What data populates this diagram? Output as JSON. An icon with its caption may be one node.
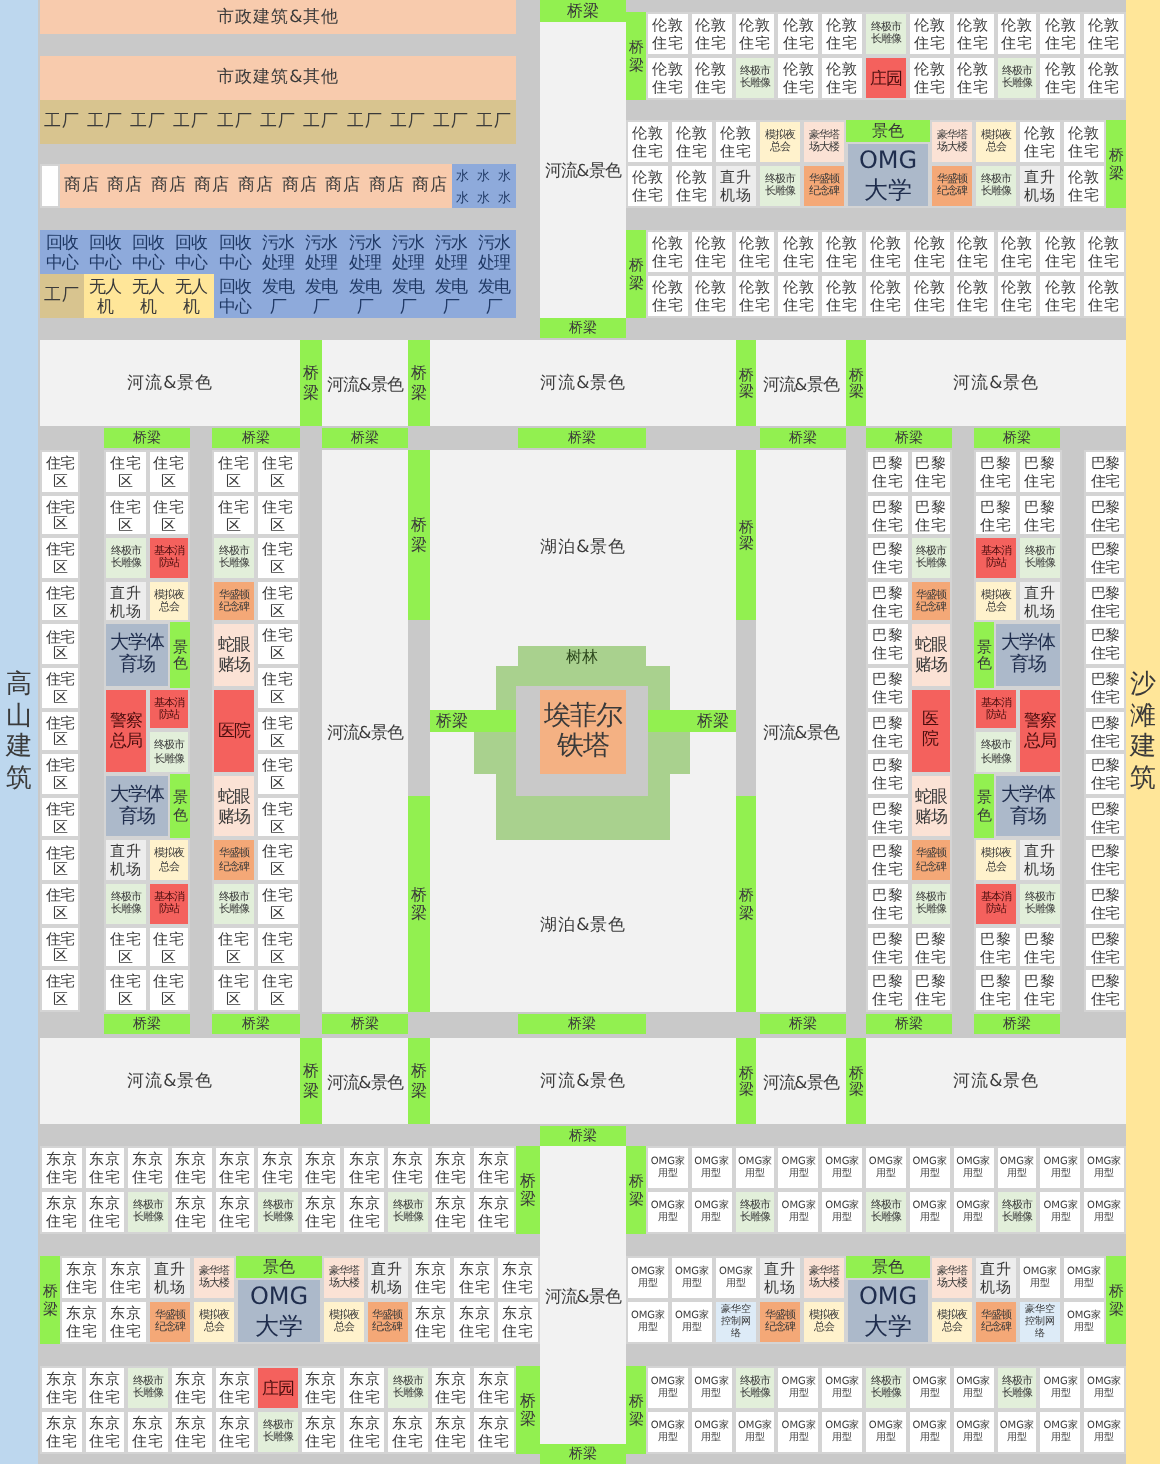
{
  "diagram": {
    "nodes": [
      {
        "text": [
          "高山建筑"
        ]
      },
      {
        "text": [
          "沙滩建筑"
        ]
      },
      {
        "text": [
          "市政建筑&其他"
        ]
      },
      {
        "text": [
          "市政建筑&其他"
        ]
      },
      {
        "text": [
          "工厂"
        ]
      },
      {
        "text": [
          "工厂"
        ]
      },
      {
        "text": [
          "工厂"
        ]
      },
      {
        "text": [
          "工厂"
        ]
      },
      {
        "text": [
          "工厂"
        ]
      },
      {
        "text": [
          "工厂"
        ]
      },
      {
        "text": [
          "工厂"
        ]
      },
      {
        "text": [
          "工厂"
        ]
      },
      {
        "text": [
          "工厂"
        ]
      },
      {
        "text": [
          "工厂"
        ]
      },
      {
        "text": [
          "工厂"
        ]
      },
      {
        "text": [],
        "shape": "box"
      },
      {
        "text": [
          "商店"
        ]
      },
      {
        "text": [
          "商店"
        ]
      },
      {
        "text": [
          "商店"
        ]
      },
      {
        "text": [
          "商店"
        ]
      },
      {
        "text": [
          "商店"
        ]
      },
      {
        "text": [
          "商店"
        ]
      },
      {
        "text": [
          "商店"
        ]
      },
      {
        "text": [
          "商店"
        ]
      },
      {
        "text": [
          "商店"
        ]
      },
      {
        "text": [
          "水"
        ]
      },
      {
        "text": [
          "水"
        ]
      },
      {
        "text": [
          "水"
        ]
      },
      {
        "text": [
          "水"
        ]
      },
      {
        "text": [
          "水"
        ]
      },
      {
        "text": [
          "水"
        ]
      },
      {
        "text": [
          "回收中心"
        ]
      },
      {
        "text": [
          "回收中心"
        ]
      },
      {
        "text": [
          "回收中心"
        ]
      },
      {
        "text": [
          "回收中心"
        ]
      },
      {
        "text": [
          "回收中心"
        ]
      },
      {
        "text": [
          "污水处理"
        ]
      },
      {
        "text": [
          "污水处理"
        ]
      },
      {
        "text": [
          "污水处理"
        ]
      },
      {
        "text": [
          "污水处理"
        ]
      },
      {
        "text": [
          "污水处理"
        ]
      },
      {
        "text": [
          "污水处理"
        ]
      },
      {
        "text": [
          "工厂"
        ]
      },
      {
        "text": [
          "无人机"
        ]
      },
      {
        "text": [
          "无人机"
        ]
      },
      {
        "text": [
          "无人机"
        ]
      },
      {
        "text": [
          "回收中心"
        ]
      },
      {
        "text": [
          "发电厂"
        ]
      },
      {
        "text": [
          "发电厂"
        ]
      },
      {
        "text": [
          "发电厂"
        ]
      },
      {
        "text": [
          "发电厂"
        ]
      },
      {
        "text": [
          "发电厂"
        ]
      },
      {
        "text": [
          "发电厂"
        ]
      },
      {
        "text": [
          "桥梁"
        ]
      },
      {
        "text": [
          "河流&景色"
        ]
      },
      {
        "text": [
          "桥梁"
        ]
      },
      {
        "text": [
          "桥梁"
        ]
      },
      {
        "text": [
          "伦敦住宅"
        ]
      },
      {
        "text": [
          "伦敦住宅"
        ]
      },
      {
        "text": [
          "伦敦住宅"
        ]
      },
      {
        "text": [
          "伦敦住宅"
        ]
      },
      {
        "text": [
          "伦敦住宅"
        ]
      },
      {
        "text": [
          "终极市长雕像"
        ]
      },
      {
        "text": [
          "伦敦住宅"
        ]
      },
      {
        "text": [
          "伦敦住宅"
        ]
      },
      {
        "text": [
          "伦敦住宅"
        ]
      },
      {
        "text": [
          "伦敦住宅"
        ]
      },
      {
        "text": [
          "伦敦住宅"
        ]
      },
      {
        "text": [
          "伦敦住宅"
        ]
      },
      {
        "text": [
          "伦敦住宅"
        ]
      },
      {
        "text": [
          "终极市长雕像"
        ]
      },
      {
        "text": [
          "伦敦住宅"
        ]
      },
      {
        "text": [
          "伦敦住宅"
        ]
      },
      {
        "text": [
          "庄园"
        ]
      },
      {
        "text": [
          "伦敦住宅"
        ]
      },
      {
        "text": [
          "伦敦住宅"
        ]
      },
      {
        "text": [
          "终极市长雕像"
        ]
      },
      {
        "text": [
          "伦敦住宅"
        ]
      },
      {
        "text": [
          "伦敦住宅"
        ]
      },
      {
        "text": [
          "伦敦住宅"
        ]
      },
      {
        "text": [
          "伦敦住宅"
        ]
      },
      {
        "text": [
          "伦敦住宅"
        ]
      },
      {
        "text": [
          "模拟夜总会"
        ]
      },
      {
        "text": [
          "豪华塔场大楼"
        ]
      },
      {
        "text": [
          "景色"
        ]
      },
      {
        "text": [
          "豪华塔场大楼"
        ]
      },
      {
        "text": [
          "模拟夜总会"
        ]
      },
      {
        "text": [
          "伦敦住宅"
        ]
      },
      {
        "text": [
          "伦敦住宅"
        ]
      },
      {
        "text": [
          "桥梁"
        ]
      },
      {
        "text": [
          "伦敦住宅"
        ]
      },
      {
        "text": [
          "伦敦住宅"
        ]
      },
      {
        "text": [
          "直升机场"
        ]
      },
      {
        "text": [
          "终极市长雕像"
        ]
      },
      {
        "text": [
          "华盛顿纪念碑"
        ]
      },
      {
        "text": [
          "OMG大学"
        ]
      },
      {
        "text": [
          "华盛顿纪念碑"
        ]
      },
      {
        "text": [
          "终极市长雕像"
        ]
      },
      {
        "text": [
          "直升机场"
        ]
      },
      {
        "text": [
          "伦敦住宅"
        ]
      },
      {
        "text": [
          "桥梁"
        ]
      },
      {
        "text": [
          "伦敦住宅"
        ]
      },
      {
        "text": [
          "伦敦住宅"
        ]
      },
      {
        "text": [
          "伦敦住宅"
        ]
      },
      {
        "text": [
          "伦敦住宅"
        ]
      },
      {
        "text": [
          "伦敦住宅"
        ]
      },
      {
        "text": [
          "伦敦住宅"
        ]
      },
      {
        "text": [
          "伦敦住宅"
        ]
      },
      {
        "text": [
          "伦敦住宅"
        ]
      },
      {
        "text": [
          "伦敦住宅"
        ]
      },
      {
        "text": [
          "伦敦住宅"
        ]
      },
      {
        "text": [
          "伦敦住宅"
        ]
      },
      {
        "text": [
          "伦敦住宅"
        ]
      },
      {
        "text": [
          "伦敦住宅"
        ]
      },
      {
        "text": [
          "伦敦住宅"
        ]
      },
      {
        "text": [
          "伦敦住宅"
        ]
      },
      {
        "text": [
          "伦敦住宅"
        ]
      },
      {
        "text": [
          "伦敦住宅"
        ]
      },
      {
        "text": [
          "伦敦住宅"
        ]
      },
      {
        "text": [
          "伦敦住宅"
        ]
      },
      {
        "text": [
          "伦敦住宅"
        ]
      },
      {
        "text": [
          "伦敦住宅"
        ]
      },
      {
        "text": [
          "伦敦住宅"
        ]
      },
      {
        "text": [
          "河流&景色"
        ]
      },
      {
        "text": [
          "桥梁"
        ]
      },
      {
        "text": [
          "河流&景色"
        ]
      },
      {
        "text": [
          "桥梁"
        ]
      },
      {
        "text": [
          "河流&景色"
        ]
      },
      {
        "text": [
          "桥梁"
        ]
      },
      {
        "text": [
          "河流&景色"
        ]
      },
      {
        "text": [
          "桥梁"
        ]
      },
      {
        "text": [
          "河流&景色"
        ]
      },
      {
        "text": [
          "桥梁"
        ]
      },
      {
        "text": [
          "桥梁"
        ]
      },
      {
        "text": [
          "桥梁"
        ]
      },
      {
        "text": [
          "桥梁"
        ]
      },
      {
        "text": [
          "桥梁"
        ]
      },
      {
        "text": [
          "桥梁"
        ]
      },
      {
        "text": [
          "桥梁"
        ]
      },
      {
        "text": [
          "住宅区"
        ]
      },
      {
        "text": [
          "住宅区"
        ]
      },
      {
        "text": [
          "住宅区"
        ]
      },
      {
        "text": [
          "住宅区"
        ]
      },
      {
        "text": [
          "住宅区"
        ]
      },
      {
        "text": [
          "住宅区"
        ]
      },
      {
        "text": [
          "住宅区"
        ]
      },
      {
        "text": [
          "住宅区"
        ]
      },
      {
        "text": [
          "住宅区"
        ]
      },
      {
        "text": [
          "住宅区"
        ]
      },
      {
        "text": [
          "住宅区"
        ]
      },
      {
        "text": [
          "住宅区"
        ]
      },
      {
        "text": [
          "住宅区"
        ]
      },
      {
        "text": [
          "住宅区"
        ]
      },
      {
        "text": [
          "住宅区"
        ]
      },
      {
        "text": [
          "住宅区"
        ]
      },
      {
        "text": [
          "住宅区"
        ]
      },
      {
        "text": [
          "终极市长雕像"
        ]
      },
      {
        "text": [
          "基本消防站"
        ]
      },
      {
        "text": [
          "直升机场"
        ]
      },
      {
        "text": [
          "模拟夜总会"
        ]
      },
      {
        "text": [
          "大学体育场"
        ]
      },
      {
        "text": [
          "景色"
        ]
      },
      {
        "text": [
          "警察总局"
        ]
      },
      {
        "text": [
          "基本消防站"
        ]
      },
      {
        "text": [
          "终极市长雕像"
        ]
      },
      {
        "text": [
          "大学体育场"
        ]
      },
      {
        "text": [
          "景色"
        ]
      },
      {
        "text": [
          "直升机场"
        ]
      },
      {
        "text": [
          "模拟夜总会"
        ]
      },
      {
        "text": [
          "终极市长雕像"
        ]
      },
      {
        "text": [
          "基本消防站"
        ]
      },
      {
        "text": [
          "住宅区"
        ]
      },
      {
        "text": [
          "住宅区"
        ]
      },
      {
        "text": [
          "住宅区"
        ]
      },
      {
        "text": [
          "住宅区"
        ]
      },
      {
        "text": [
          "住宅区"
        ]
      },
      {
        "text": [
          "住宅区"
        ]
      },
      {
        "text": [
          "住宅区"
        ]
      },
      {
        "text": [
          "住宅区"
        ]
      },
      {
        "text": [
          "终极市长雕像"
        ]
      },
      {
        "text": [
          "住宅区"
        ]
      },
      {
        "text": [
          "华盛顿纪念碑"
        ]
      },
      {
        "text": [
          "住宅区"
        ]
      },
      {
        "text": [
          "蛇眼赌场"
        ]
      },
      {
        "text": [
          "住宅区"
        ]
      },
      {
        "text": [
          "住宅区"
        ]
      },
      {
        "text": [
          "医院"
        ]
      },
      {
        "text": [
          "住宅区"
        ]
      },
      {
        "text": [
          "住宅区"
        ]
      },
      {
        "text": [
          "蛇眼赌场"
        ]
      },
      {
        "text": [
          "住宅区"
        ]
      },
      {
        "text": [
          "华盛顿纪念碑"
        ]
      },
      {
        "text": [
          "住宅区"
        ]
      },
      {
        "text": [
          "终极市长雕像"
        ]
      },
      {
        "text": [
          "住宅区"
        ]
      },
      {
        "text": [
          "住宅区"
        ]
      },
      {
        "text": [
          "住宅区"
        ]
      },
      {
        "text": [
          "住宅区"
        ]
      },
      {
        "text": [
          "住宅区"
        ]
      },
      {
        "text": [
          "河流&景色"
        ]
      },
      {
        "text": [
          "桥梁"
        ]
      },
      {
        "text": [
          "桥梁"
        ]
      },
      {
        "text": [
          "湖泊&景色"
        ]
      },
      {
        "text": [
          "树林"
        ]
      },
      {
        "text": [
          "桥梁"
        ]
      },
      {
        "text": [
          "埃菲尔铁塔"
        ],
        "in": 203
      },
      {
        "text": [
          "桥梁"
        ]
      },
      {
        "text": [
          "湖泊&景色"
        ]
      },
      {
        "text": [
          "桥梁"
        ]
      },
      {
        "text": [
          "桥梁"
        ]
      },
      {
        "text": [
          "河流&景色"
        ]
      },
      {
        "text": [
          "巴黎住宅"
        ]
      },
      {
        "text": [
          "巴黎住宅"
        ]
      },
      {
        "text": [
          "巴黎住宅"
        ]
      },
      {
        "text": [
          "巴黎住宅"
        ]
      },
      {
        "text": [
          "巴黎住宅"
        ]
      },
      {
        "text": [
          "终极市长雕像"
        ]
      },
      {
        "text": [
          "巴黎住宅"
        ]
      },
      {
        "text": [
          "华盛顿纪念碑"
        ]
      },
      {
        "text": [
          "巴黎住宅"
        ]
      },
      {
        "text": [
          "蛇眼赌场"
        ]
      },
      {
        "text": [
          "巴黎住宅"
        ]
      },
      {
        "text": [
          "巴黎住宅"
        ]
      },
      {
        "text": [
          "医院"
        ]
      },
      {
        "text": [
          "巴黎住宅"
        ]
      },
      {
        "text": [
          "巴黎住宅"
        ]
      },
      {
        "text": [
          "蛇眼赌场"
        ]
      },
      {
        "text": [
          "巴黎住宅"
        ]
      },
      {
        "text": [
          "华盛顿纪念碑"
        ]
      },
      {
        "text": [
          "巴黎住宅"
        ]
      },
      {
        "text": [
          "终极市长雕像"
        ]
      },
      {
        "text": [
          "巴黎住宅"
        ]
      },
      {
        "text": [
          "巴黎住宅"
        ]
      },
      {
        "text": [
          "巴黎住宅"
        ]
      },
      {
        "text": [
          "巴黎住宅"
        ]
      },
      {
        "text": [
          "巴黎住宅"
        ]
      },
      {
        "text": [
          "巴黎住宅"
        ]
      },
      {
        "text": [
          "巴黎住宅"
        ]
      },
      {
        "text": [
          "巴黎住宅"
        ]
      },
      {
        "text": [
          "基本消防站"
        ]
      },
      {
        "text": [
          "终极市长雕像"
        ]
      },
      {
        "text": [
          "模拟夜总会"
        ]
      },
      {
        "text": [
          "直升机场"
        ]
      },
      {
        "text": [
          "景色"
        ]
      },
      {
        "text": [
          "大学体育场"
        ]
      },
      {
        "text": [
          "基本消防站"
        ]
      },
      {
        "text": [
          "警察总局"
        ]
      },
      {
        "text": [
          "终极市长雕像"
        ]
      },
      {
        "text": [
          "景色"
        ]
      },
      {
        "text": [
          "大学体育场"
        ]
      },
      {
        "text": [
          "模拟夜总会"
        ]
      },
      {
        "text": [
          "直升机场"
        ]
      },
      {
        "text": [
          "基本消防站"
        ]
      },
      {
        "text": [
          "终极市长雕像"
        ]
      },
      {
        "text": [
          "巴黎住宅"
        ]
      },
      {
        "text": [
          "巴黎住宅"
        ]
      },
      {
        "text": [
          "巴黎住宅"
        ]
      },
      {
        "text": [
          "巴黎住宅"
        ]
      },
      {
        "text": [
          "巴黎住宅"
        ]
      },
      {
        "text": [
          "巴黎住宅"
        ]
      },
      {
        "text": [
          "巴黎住宅"
        ]
      },
      {
        "text": [
          "巴黎住宅"
        ]
      },
      {
        "text": [
          "巴黎住宅"
        ]
      },
      {
        "text": [
          "巴黎住宅"
        ]
      },
      {
        "text": [
          "巴黎住宅"
        ]
      },
      {
        "text": [
          "巴黎住宅"
        ]
      },
      {
        "text": [
          "巴黎住宅"
        ]
      },
      {
        "text": [
          "巴黎住宅"
        ]
      },
      {
        "text": [
          "巴黎住宅"
        ]
      },
      {
        "text": [
          "巴黎住宅"
        ]
      },
      {
        "text": [
          "巴黎住宅"
        ]
      },
      {
        "text": [
          "桥梁"
        ]
      },
      {
        "text": [
          "桥梁"
        ]
      },
      {
        "text": [
          "桥梁"
        ]
      },
      {
        "text": [
          "桥梁"
        ]
      },
      {
        "text": [
          "桥梁"
        ]
      },
      {
        "text": [
          "桥梁"
        ]
      },
      {
        "text": [
          "桥梁"
        ]
      },
      {
        "text": [
          "河流&景色"
        ]
      },
      {
        "text": [
          "桥梁"
        ]
      },
      {
        "text": [
          "河流&景色"
        ]
      },
      {
        "text": [
          "桥梁"
        ]
      },
      {
        "text": [
          "河流&景色"
        ]
      },
      {
        "text": [
          "桥梁"
        ]
      },
      {
        "text": [
          "河流&景色"
        ]
      },
      {
        "text": [
          "桥梁"
        ]
      },
      {
        "text": [
          "河流&景色"
        ]
      },
      {
        "text": [
          "东京住宅"
        ]
      },
      {
        "text": [
          "东京住宅"
        ]
      },
      {
        "text": [
          "东京住宅"
        ]
      },
      {
        "text": [
          "东京住宅"
        ]
      },
      {
        "text": [
          "东京住宅"
        ]
      },
      {
        "text": [
          "东京住宅"
        ]
      },
      {
        "text": [
          "东京住宅"
        ]
      },
      {
        "text": [
          "东京住宅"
        ]
      },
      {
        "text": [
          "东京住宅"
        ]
      },
      {
        "text": [
          "东京住宅"
        ]
      },
      {
        "text": [
          "东京住宅"
        ]
      },
      {
        "text": [
          "桥梁"
        ]
      },
      {
        "text": [
          "东京住宅"
        ]
      },
      {
        "text": [
          "东京住宅"
        ]
      },
      {
        "text": [
          "终极市长雕像"
        ]
      },
      {
        "text": [
          "东京住宅"
        ]
      },
      {
        "text": [
          "东京住宅"
        ]
      },
      {
        "text": [
          "终极市长雕像"
        ]
      },
      {
        "text": [
          "东京住宅"
        ]
      },
      {
        "text": [
          "东京住宅"
        ]
      },
      {
        "text": [
          "终极市长雕像"
        ]
      },
      {
        "text": [
          "东京住宅"
        ]
      },
      {
        "text": [
          "东京住宅"
        ]
      },
      {
        "text": [
          "桥梁"
        ]
      },
      {
        "text": [
          "东京住宅"
        ]
      },
      {
        "text": [
          "东京住宅"
        ]
      },
      {
        "text": [
          "直升机场"
        ]
      },
      {
        "text": [
          "豪华塔场大楼"
        ]
      },
      {
        "text": [
          "景色"
        ]
      },
      {
        "text": [
          "豪华塔场大楼"
        ]
      },
      {
        "text": [
          "直升机场"
        ]
      },
      {
        "text": [
          "东京住宅"
        ]
      },
      {
        "text": [
          "东京住宅"
        ]
      },
      {
        "text": [
          "东京住宅"
        ]
      },
      {
        "text": [
          "东京住宅"
        ]
      },
      {
        "text": [
          "东京住宅"
        ]
      },
      {
        "text": [
          "华盛顿纪念碑"
        ]
      },
      {
        "text": [
          "模拟夜总会"
        ]
      },
      {
        "text": [
          "OMG大学"
        ]
      },
      {
        "text": [
          "模拟夜总会"
        ]
      },
      {
        "text": [
          "华盛顿纪念碑"
        ]
      },
      {
        "text": [
          "东京住宅"
        ]
      },
      {
        "text": [
          "东京住宅"
        ]
      },
      {
        "text": [
          "东京住宅"
        ]
      },
      {
        "text": [
          "东京住宅"
        ]
      },
      {
        "text": [
          "东京住宅"
        ]
      },
      {
        "text": [
          "终极市长雕像"
        ]
      },
      {
        "text": [
          "东京住宅"
        ]
      },
      {
        "text": [
          "东京住宅"
        ]
      },
      {
        "text": [
          "庄园"
        ]
      },
      {
        "text": [
          "东京住宅"
        ]
      },
      {
        "text": [
          "东京住宅"
        ]
      },
      {
        "text": [
          "终极市长雕像"
        ]
      },
      {
        "text": [
          "东京住宅"
        ]
      },
      {
        "text": [
          "东京住宅"
        ]
      },
      {
        "text": [
          "桥梁"
        ]
      },
      {
        "text": [
          "东京住宅"
        ]
      },
      {
        "text": [
          "东京住宅"
        ]
      },
      {
        "text": [
          "东京住宅"
        ]
      },
      {
        "text": [
          "东京住宅"
        ]
      },
      {
        "text": [
          "东京住宅"
        ]
      },
      {
        "text": [
          "终极市长雕像"
        ]
      },
      {
        "text": [
          "东京住宅"
        ]
      },
      {
        "text": [
          "东京住宅"
        ]
      },
      {
        "text": [
          "东京住宅"
        ]
      },
      {
        "text": [
          "东京住宅"
        ]
      },
      {
        "text": [
          "东京住宅"
        ]
      },
      {
        "text": [
          "桥梁"
        ]
      },
      {
        "text": [
          "河流&景色"
        ]
      },
      {
        "text": [
          "桥梁"
        ]
      },
      {
        "text": [
          "桥梁"
        ]
      },
      {
        "text": [
          "OMG家用型"
        ]
      },
      {
        "text": [
          "OMG家用型"
        ]
      },
      {
        "text": [
          "OMG家用型"
        ]
      },
      {
        "text": [
          "OMG家用型"
        ]
      },
      {
        "text": [
          "OMG家用型"
        ]
      },
      {
        "text": [
          "OMG家用型"
        ]
      },
      {
        "text": [
          "OMG家用型"
        ]
      },
      {
        "text": [
          "OMG家用型"
        ]
      },
      {
        "text": [
          "OMG家用型"
        ]
      },
      {
        "text": [
          "OMG家用型"
        ]
      },
      {
        "text": [
          "OMG家用型"
        ]
      },
      {
        "text": [
          "OMG家用型"
        ]
      },
      {
        "text": [
          "OMG家用型"
        ]
      },
      {
        "text": [
          "终极市长雕像"
        ]
      },
      {
        "text": [
          "OMG家用型"
        ]
      },
      {
        "text": [
          "OMG家用型"
        ]
      },
      {
        "text": [
          "终极市长雕像"
        ]
      },
      {
        "text": [
          "OMG家用型"
        ]
      },
      {
        "text": [
          "OMG家用型"
        ]
      },
      {
        "text": [
          "终极市长雕像"
        ]
      },
      {
        "text": [
          "OMG家用型"
        ]
      },
      {
        "text": [
          "OMG家用型"
        ]
      },
      {
        "text": [
          "OMG家用型"
        ]
      },
      {
        "text": [
          "OMG家用型"
        ]
      },
      {
        "text": [
          "OMG家用型"
        ]
      },
      {
        "text": [
          "直升机场"
        ]
      },
      {
        "text": [
          "豪华塔场大楼"
        ]
      },
      {
        "text": [
          "景色"
        ]
      },
      {
        "text": [
          "豪华塔场大楼"
        ]
      },
      {
        "text": [
          "直升机场"
        ]
      },
      {
        "text": [
          "OMG家用型"
        ]
      },
      {
        "text": [
          "OMG家用型"
        ]
      },
      {
        "text": [
          "桥梁"
        ]
      },
      {
        "text": [
          "OMG家用型"
        ]
      },
      {
        "text": [
          "OMG家用型"
        ]
      },
      {
        "text": [
          "豪华空控制网络"
        ]
      },
      {
        "text": [
          "华盛顿纪念碑"
        ]
      },
      {
        "text": [
          "模拟夜总会"
        ]
      },
      {
        "text": [
          "OMG大学"
        ]
      },
      {
        "text": [
          "模拟夜总会"
        ]
      },
      {
        "text": [
          "华盛顿纪念碑"
        ]
      },
      {
        "text": [
          "豪华空控制网络"
        ]
      },
      {
        "text": [
          "OMG家用型"
        ]
      },
      {
        "text": [
          "桥梁"
        ]
      },
      {
        "text": [
          "OMG家用型"
        ]
      },
      {
        "text": [
          "OMG家用型"
        ]
      },
      {
        "text": [
          "终极市长雕像"
        ]
      },
      {
        "text": [
          "OMG家用型"
        ]
      },
      {
        "text": [
          "OMG家用型"
        ]
      },
      {
        "text": [
          "终极市长雕像"
        ]
      },
      {
        "text": [
          "OMG家用型"
        ]
      },
      {
        "text": [
          "OMG家用型"
        ]
      },
      {
        "text": [
          "终极市长雕像"
        ]
      },
      {
        "text": [
          "OMG家用型"
        ]
      },
      {
        "text": [
          "OMG家用型"
        ]
      },
      {
        "text": [
          "OMG家用型"
        ]
      },
      {
        "text": [
          "OMG家用型"
        ]
      },
      {
        "text": [
          "OMG家用型"
        ]
      },
      {
        "text": [
          "OMG家用型"
        ]
      },
      {
        "text": [
          "OMG家用型"
        ]
      },
      {
        "text": [
          "OMG家用型"
        ]
      },
      {
        "text": [
          "OMG家用型"
        ]
      },
      {
        "text": [
          "OMG家用型"
        ]
      },
      {
        "text": [
          "OMG家用型"
        ]
      },
      {
        "text": [
          "OMG家用型"
        ]
      },
      {
        "text": [
          "OMG家用型"
        ]
      }
    ]
  }
}
